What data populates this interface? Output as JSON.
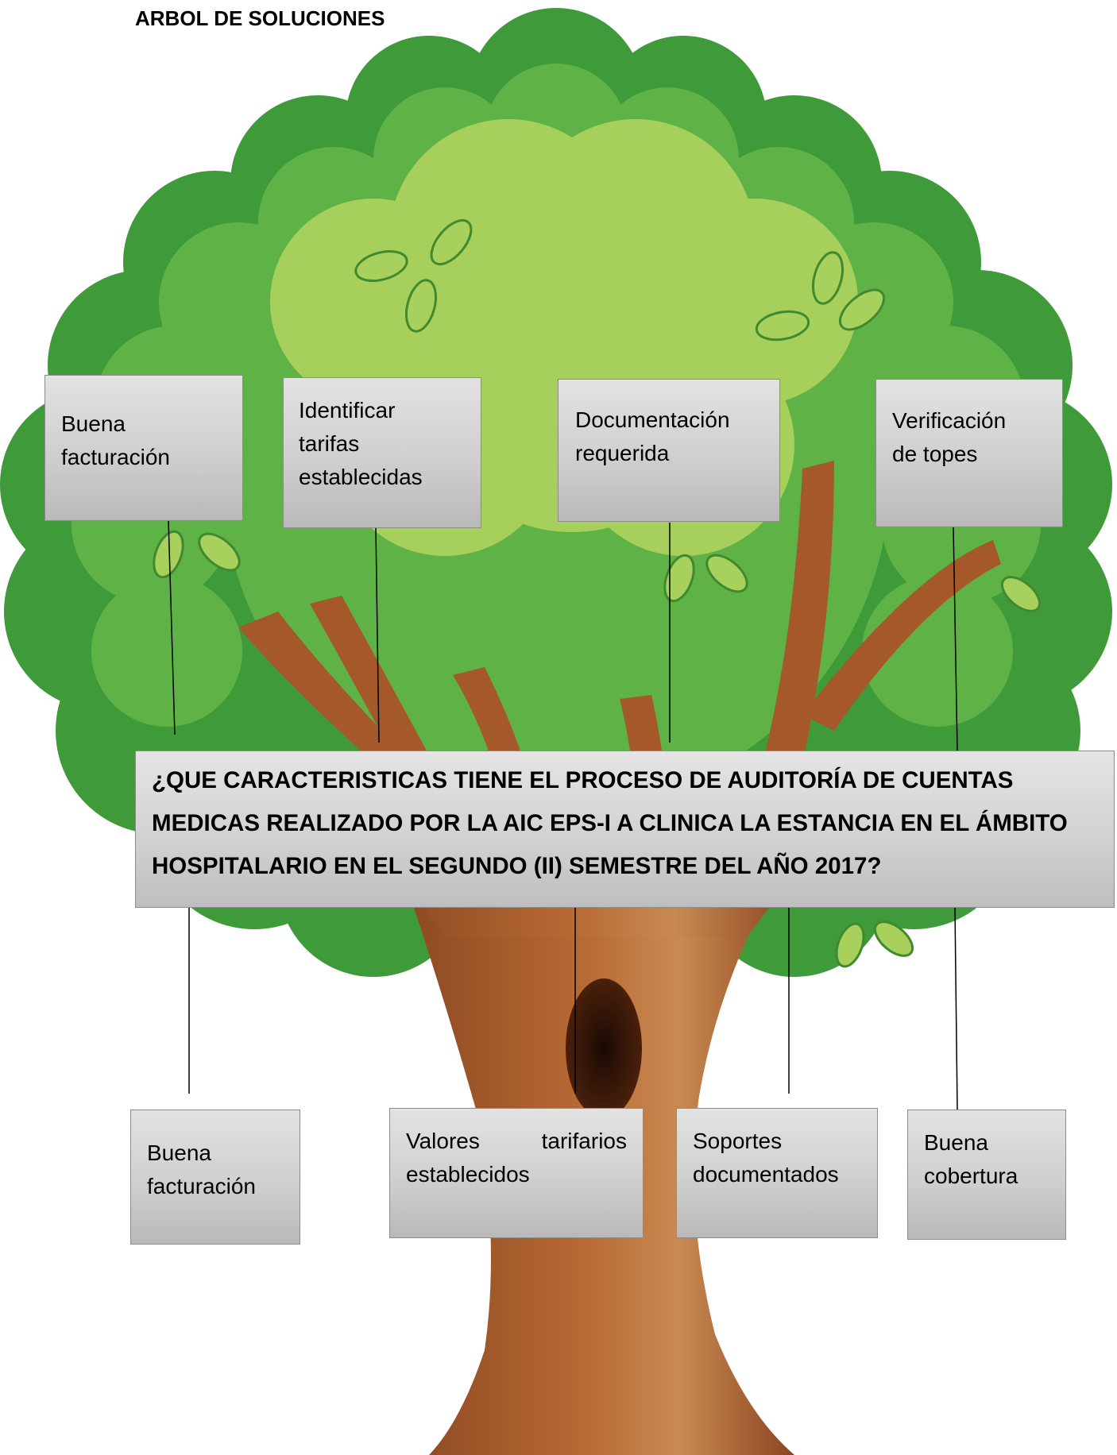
{
  "title": "ARBOL DE SOLUCIONES",
  "question": "¿QUE CARACTERISTICAS TIENE EL PROCESO DE AUDITORÍA DE CUENTAS MEDICAS REALIZADO POR LA AIC EPS-I A CLINICA LA ESTANCIA EN EL ÁMBITO HOSPITALARIO EN EL SEGUNDO (II) SEMESTRE DEL AÑO 2017?",
  "top_boxes": [
    {
      "label": "Buena\nfacturación"
    },
    {
      "label": "Identificar\ntarifas\nestablecidas"
    },
    {
      "label": "Documentación\nrequerida"
    },
    {
      "label": "Verificación\nde topes"
    }
  ],
  "bottom_boxes": [
    {
      "label": "Buena\nfacturación"
    },
    {
      "label": "Valores tarifarios"
    },
    {
      "label": "establecidos"
    },
    {
      "label": "Soportes\ndocumentados"
    },
    {
      "label": "Buena\ncobertura"
    }
  ],
  "colors": {
    "foliage_dark": "#3f9a3a",
    "foliage_mid": "#5fb246",
    "foliage_light": "#a7cf5c",
    "trunk": "#a5582a",
    "trunk_light": "#c7874c",
    "box_fill": "#d0d0d0",
    "box_border": "#8c8c8c",
    "connector": "#000000"
  }
}
